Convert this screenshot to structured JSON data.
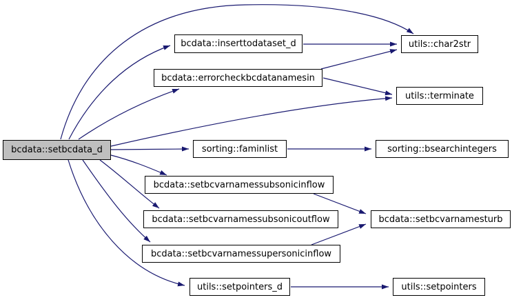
{
  "diagram": {
    "type": "call-graph",
    "background_color": "#ffffff",
    "colors": {
      "edge": "#191970",
      "node_background": "#ffffff",
      "node_border": "#000000",
      "main_node_background": "#bfbfbf",
      "text": "#000000"
    },
    "nodes": [
      {
        "id": "setbcdata_d",
        "label": "bcdata::setbcdata_d",
        "main": true
      },
      {
        "id": "inserttodataset_d",
        "label": "bcdata::inserttodataset_d"
      },
      {
        "id": "char2str",
        "label": "utils::char2str"
      },
      {
        "id": "errorcheckbcdatanamesin",
        "label": "bcdata::errorcheckbcdatanamesin"
      },
      {
        "id": "terminate",
        "label": "utils::terminate"
      },
      {
        "id": "faminlist",
        "label": "sorting::faminlist"
      },
      {
        "id": "bsearchintegers",
        "label": "sorting::bsearchintegers"
      },
      {
        "id": "setbcvarnamessubsonicinflow",
        "label": "bcdata::setbcvarnamessubsonicinflow"
      },
      {
        "id": "setbcvarnamessubsonicoutflow",
        "label": "bcdata::setbcvarnamessubsonicoutflow"
      },
      {
        "id": "setbcvarnamessupersonicinflow",
        "label": "bcdata::setbcvarnamessupersonicinflow"
      },
      {
        "id": "setbcvarnamesturb",
        "label": "bcdata::setbcvarnamesturb"
      },
      {
        "id": "setpointers_d",
        "label": "utils::setpointers_d"
      },
      {
        "id": "setpointers",
        "label": "utils::setpointers"
      }
    ],
    "edges": [
      {
        "from": "setbcdata_d",
        "to": "char2str"
      },
      {
        "from": "setbcdata_d",
        "to": "inserttodataset_d"
      },
      {
        "from": "setbcdata_d",
        "to": "errorcheckbcdatanamesin"
      },
      {
        "from": "setbcdata_d",
        "to": "terminate"
      },
      {
        "from": "setbcdata_d",
        "to": "faminlist"
      },
      {
        "from": "setbcdata_d",
        "to": "setbcvarnamessubsonicinflow"
      },
      {
        "from": "setbcdata_d",
        "to": "setbcvarnamessubsonicoutflow"
      },
      {
        "from": "setbcdata_d",
        "to": "setbcvarnamessupersonicinflow"
      },
      {
        "from": "setbcdata_d",
        "to": "setpointers_d"
      },
      {
        "from": "inserttodataset_d",
        "to": "char2str"
      },
      {
        "from": "errorcheckbcdatanamesin",
        "to": "char2str"
      },
      {
        "from": "errorcheckbcdatanamesin",
        "to": "terminate"
      },
      {
        "from": "faminlist",
        "to": "bsearchintegers"
      },
      {
        "from": "setbcvarnamessubsonicinflow",
        "to": "setbcvarnamesturb"
      },
      {
        "from": "setbcvarnamessupersonicinflow",
        "to": "setbcvarnamesturb"
      },
      {
        "from": "setpointers_d",
        "to": "setpointers"
      }
    ]
  }
}
